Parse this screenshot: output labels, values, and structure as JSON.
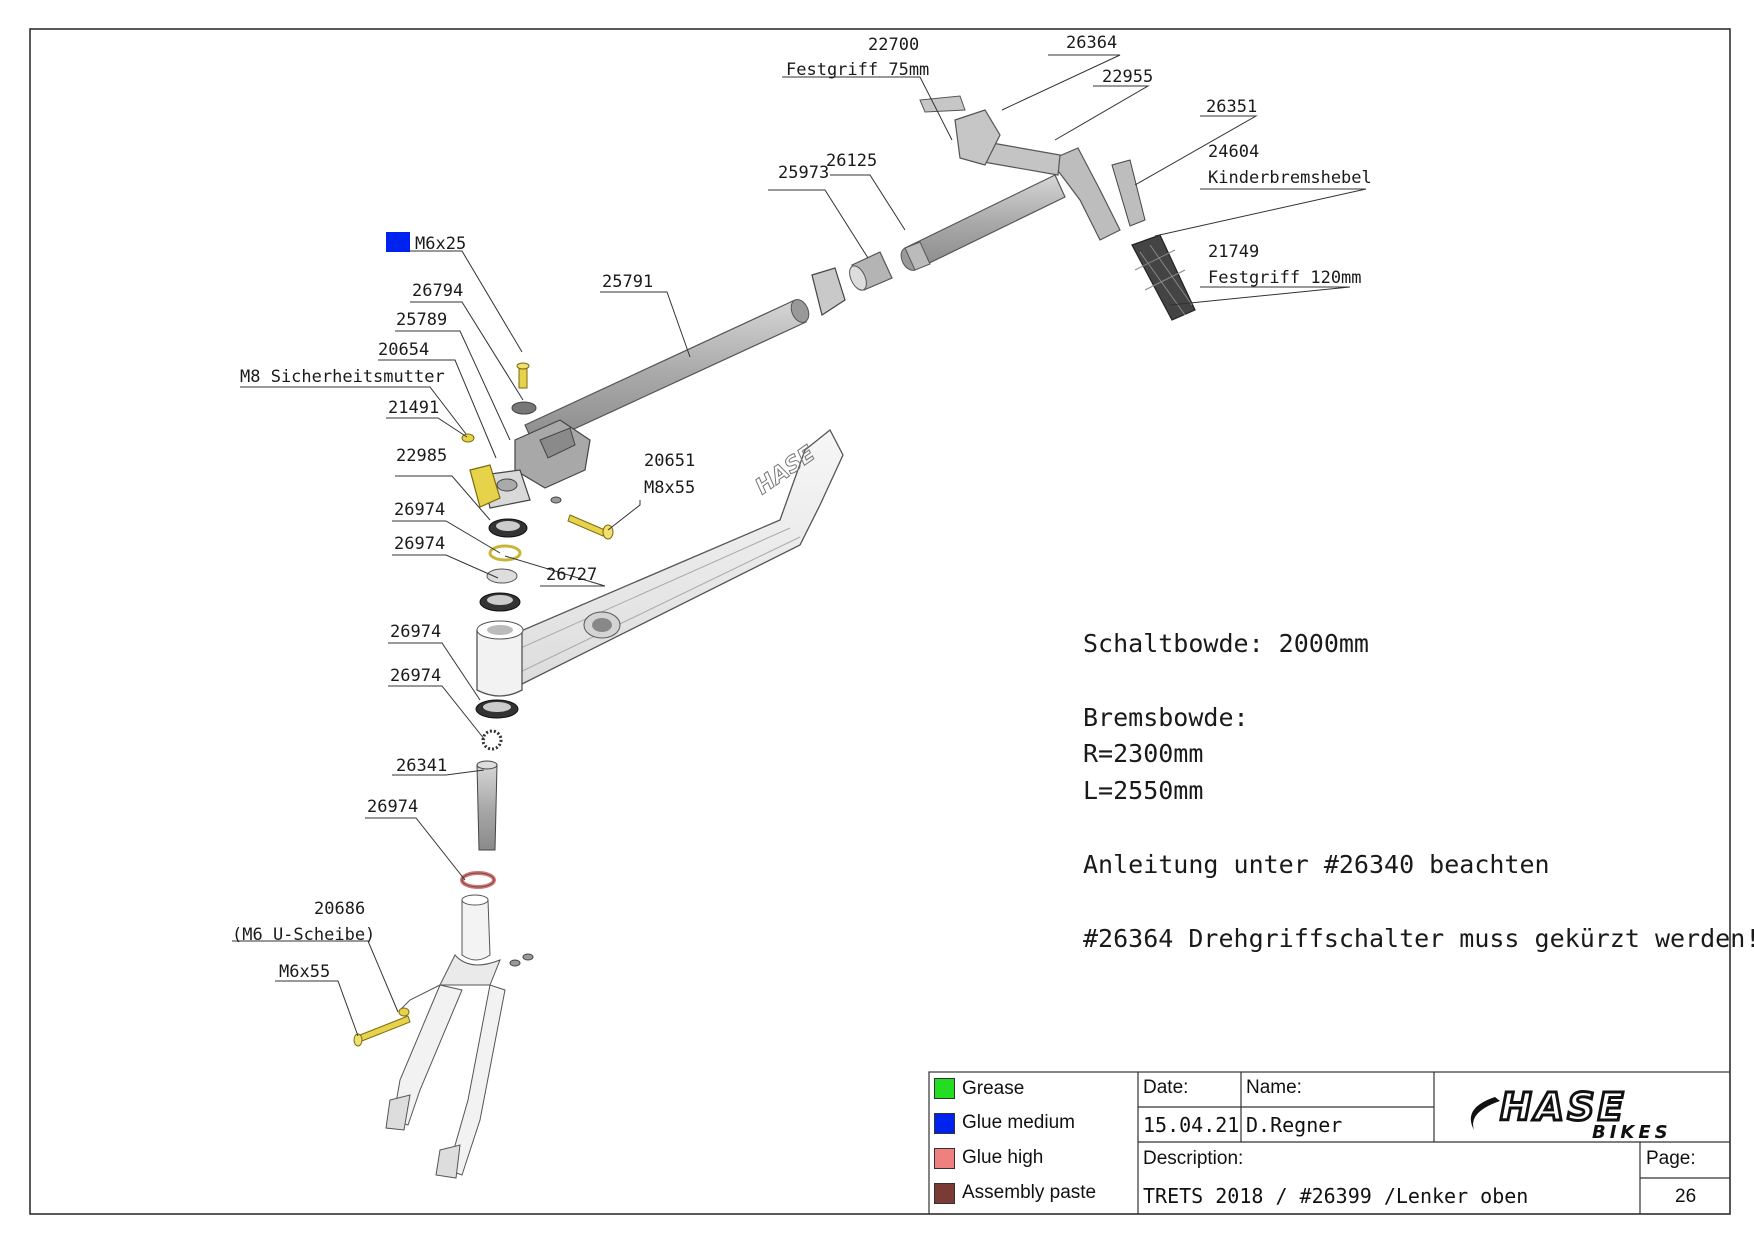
{
  "callouts": {
    "c22700": "22700",
    "festgriff75": "Festgriff 75mm",
    "c26364": "26364",
    "c22955": "22955",
    "c26351": "26351",
    "c24604": "24604",
    "kinderbremshebel": "Kinderbremshebel",
    "c21749": "21749",
    "festgriff120": "Festgriff 120mm",
    "c25973": "25973",
    "c26125": "26125",
    "m6x25": "M6x25",
    "c25791": "25791",
    "c26794": "26794",
    "c25789": "25789",
    "c20654": "20654",
    "m8_sicherheitsmutter": "M8 Sicherheitsmutter",
    "c21491": "21491",
    "c22985": "22985",
    "c20651": "20651",
    "m8x55": "M8x55",
    "c26974_a": "26974",
    "c26974_b": "26974",
    "c26727": "26727",
    "c26974_c": "26974",
    "c26974_d": "26974",
    "c26341": "26341",
    "c26974_e": "26974",
    "c20686": "20686",
    "m6_u_scheibe": "(M6 U-Scheibe)",
    "m6x55": "M6x55"
  },
  "notes": {
    "schaltbowde": "Schaltbowde: 2000mm",
    "bremsbowde": "Bremsbowde:",
    "r_length": "R=2300mm",
    "l_length": "L=2550mm",
    "anleitung": "Anleitung unter #26340 beachten",
    "kuerzen": "#26364 Drehgriffschalter muss gekürzt werden!"
  },
  "legend": [
    {
      "label": "Grease",
      "color": "#22dd22"
    },
    {
      "label": "Glue medium",
      "color": "#0022ee"
    },
    {
      "label": "Glue high",
      "color": "#f08080"
    },
    {
      "label": "Assembly paste",
      "color": "#7a3b35"
    }
  ],
  "title_block": {
    "date_label": "Date:",
    "date_value": "15.04.21",
    "name_label": "Name:",
    "name_value": "D.Regner",
    "description_label": "Description:",
    "description_value": "TRETS 2018 / #26399 /Lenker oben",
    "page_label": "Page:",
    "page_value": "26",
    "logo_text": "HASE",
    "logo_subtext": "BIKES"
  },
  "colors": {
    "part_grey": "#b8b8b8",
    "frame_light": "#efefef",
    "brass": "#e6d34a",
    "glue_medium_marker": "#0022ee",
    "glue_high_ring": "#e07070"
  }
}
